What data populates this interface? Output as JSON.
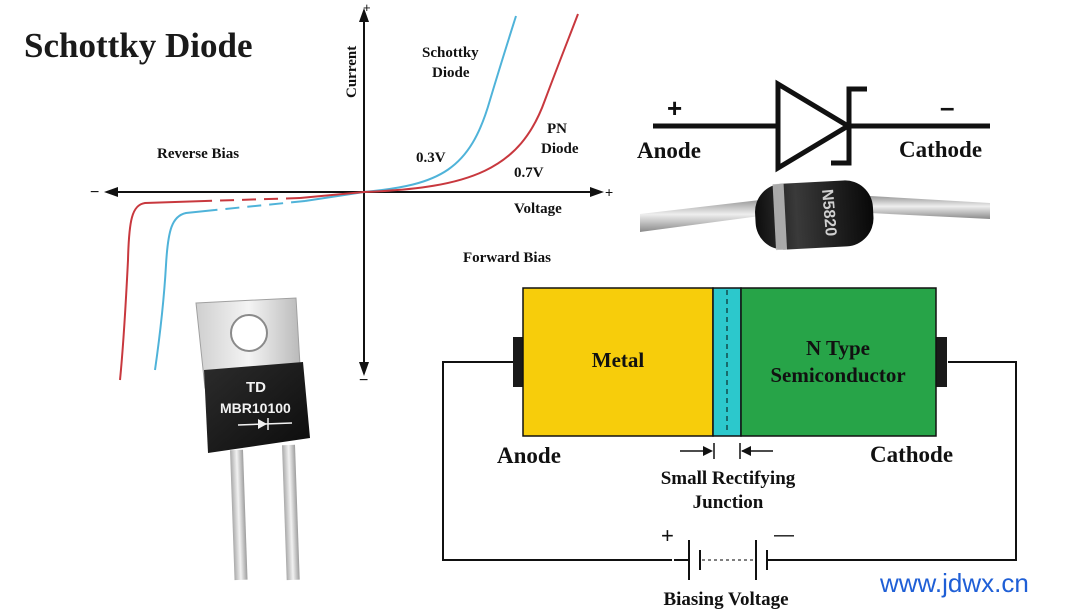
{
  "title": "Schottky Diode",
  "watermark": "www.jdwx.cn",
  "graph": {
    "axis_plus_y": "+",
    "axis_minus_y": "−",
    "axis_plus_x": "+",
    "axis_minus_x": "−",
    "current_label": "Current",
    "voltage_label": "Voltage",
    "reverse_bias": "Reverse Bias",
    "forward_bias": "Forward Bias",
    "schottky_label_line1": "Schottky",
    "schottky_label_line2": "Diode",
    "pn_label_line1": "PN",
    "pn_label_line2": "Diode",
    "schottky_voltage": "0.3V",
    "pn_voltage": "0.7V",
    "schottky_color": "#4fb3d9",
    "pn_color": "#c8383e"
  },
  "symbol": {
    "plus": "+",
    "minus": "–",
    "anode": "Anode",
    "cathode": "Cathode"
  },
  "axial_diode": {
    "marking": "N5820"
  },
  "to220": {
    "brand": "TD",
    "part": "MBR10100"
  },
  "structure": {
    "metal": "Metal",
    "n_line1": "N Type",
    "n_line2": "Semiconductor",
    "anode": "Anode",
    "cathode": "Cathode",
    "junction_line1": "Small Rectifying",
    "junction_line2": "Junction",
    "battery_plus": "+",
    "battery_minus": "—",
    "biasing_voltage": "Biasing Voltage",
    "metal_color": "#f7cd0b",
    "semiconductor_color": "#27a448",
    "junction_color": "#2cc8cc"
  }
}
